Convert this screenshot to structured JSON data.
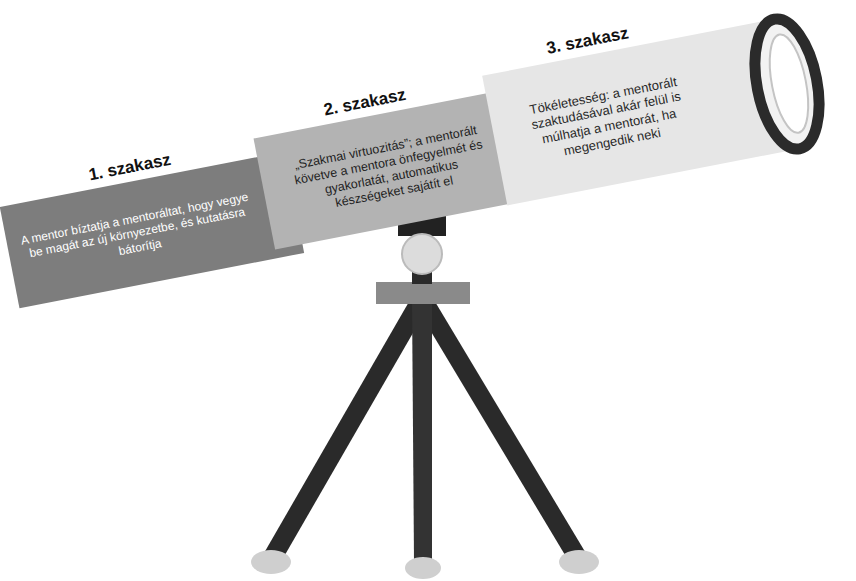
{
  "diagram": {
    "nodes": [
      {
        "text": [
          "1. szakasz",
          "A mentor bíztatja a mentoráltat, hogy vegye be magát az új környezetbe, és kutatásra bátorítja"
        ]
      },
      {
        "text": [
          "2. szakasz",
          "„Szakmai virtuozitás”; a mentorált követve a mentora önfegyelmét és gyakorlatát, automatikus készségeket sajátít el"
        ]
      },
      {
        "text": [
          "3. szakasz",
          "Tökéletesség: a mentorált szaktudásával akár felül is múlhatja a mentorát, ha megengedik neki"
        ]
      }
    ]
  }
}
